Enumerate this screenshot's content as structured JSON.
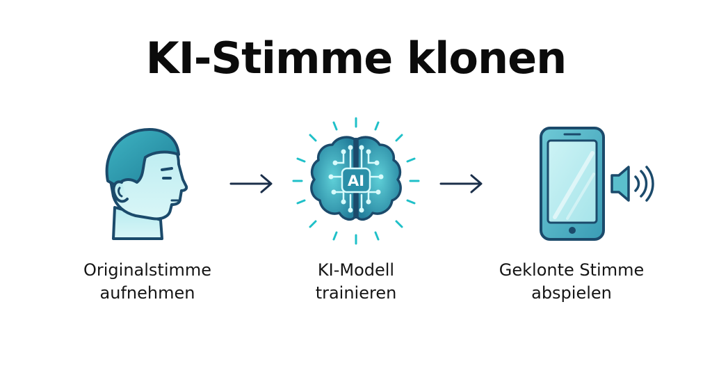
{
  "title": "KI-Stimme klonen",
  "steps": [
    {
      "icon": "head-profile-icon",
      "label_line1": "Originalstimme",
      "label_line2": "aufnehmen"
    },
    {
      "icon": "ai-brain-icon",
      "icon_text": "AI",
      "label_line1": "KI-Modell",
      "label_line2": "trainieren"
    },
    {
      "icon": "smartphone-speaker-icon",
      "label_line1": "Geklonte Stimme",
      "label_line2": "abspielen"
    }
  ],
  "colors": {
    "outline": "#1b4a6b",
    "fill_light": "#c9f0f2",
    "fill_mid": "#5bc9cf",
    "fill_brain": "#2a8fa8",
    "ray": "#1fc0c8",
    "arrow": "#1b2f4a"
  }
}
